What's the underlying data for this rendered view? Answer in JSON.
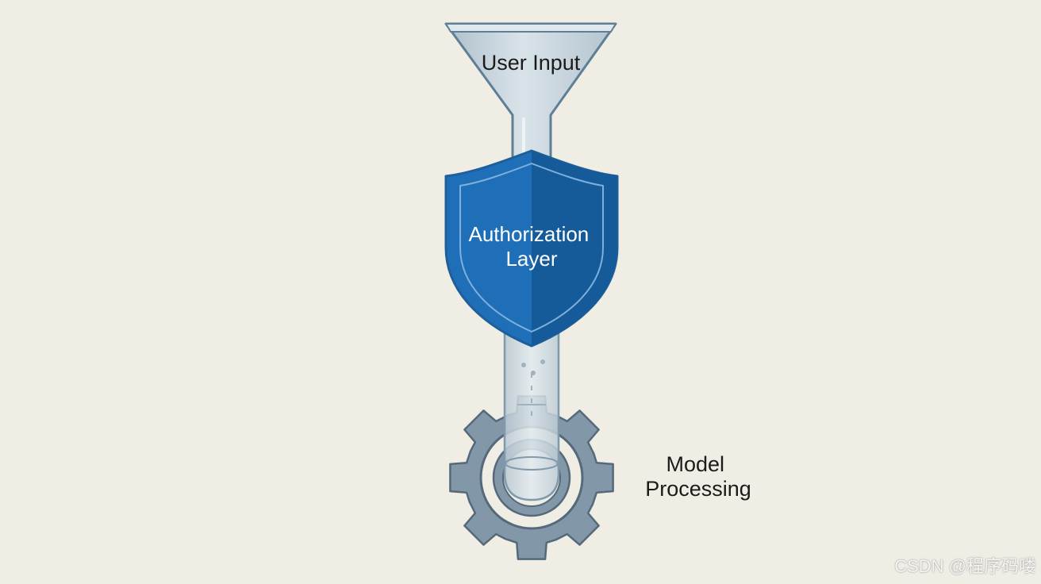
{
  "diagram": {
    "stages": [
      {
        "id": "input",
        "label": "User Input",
        "icon": "funnel-icon"
      },
      {
        "id": "auth",
        "label_lines": [
          "Authorization",
          "Layer"
        ],
        "icon": "shield-icon"
      },
      {
        "id": "model",
        "label_lines": [
          "Model",
          "Processing"
        ],
        "icon": "gear-icon"
      }
    ]
  },
  "watermark": "CSDN @程序码喽",
  "colors": {
    "background": "#efede4",
    "glass_fill": "#c9d6de",
    "glass_stroke": "#5f7f96",
    "shield_fill": "#1e6fb8",
    "shield_dark": "#155a99",
    "gear_fill": "#8297a8",
    "gear_stroke": "#55697a"
  }
}
